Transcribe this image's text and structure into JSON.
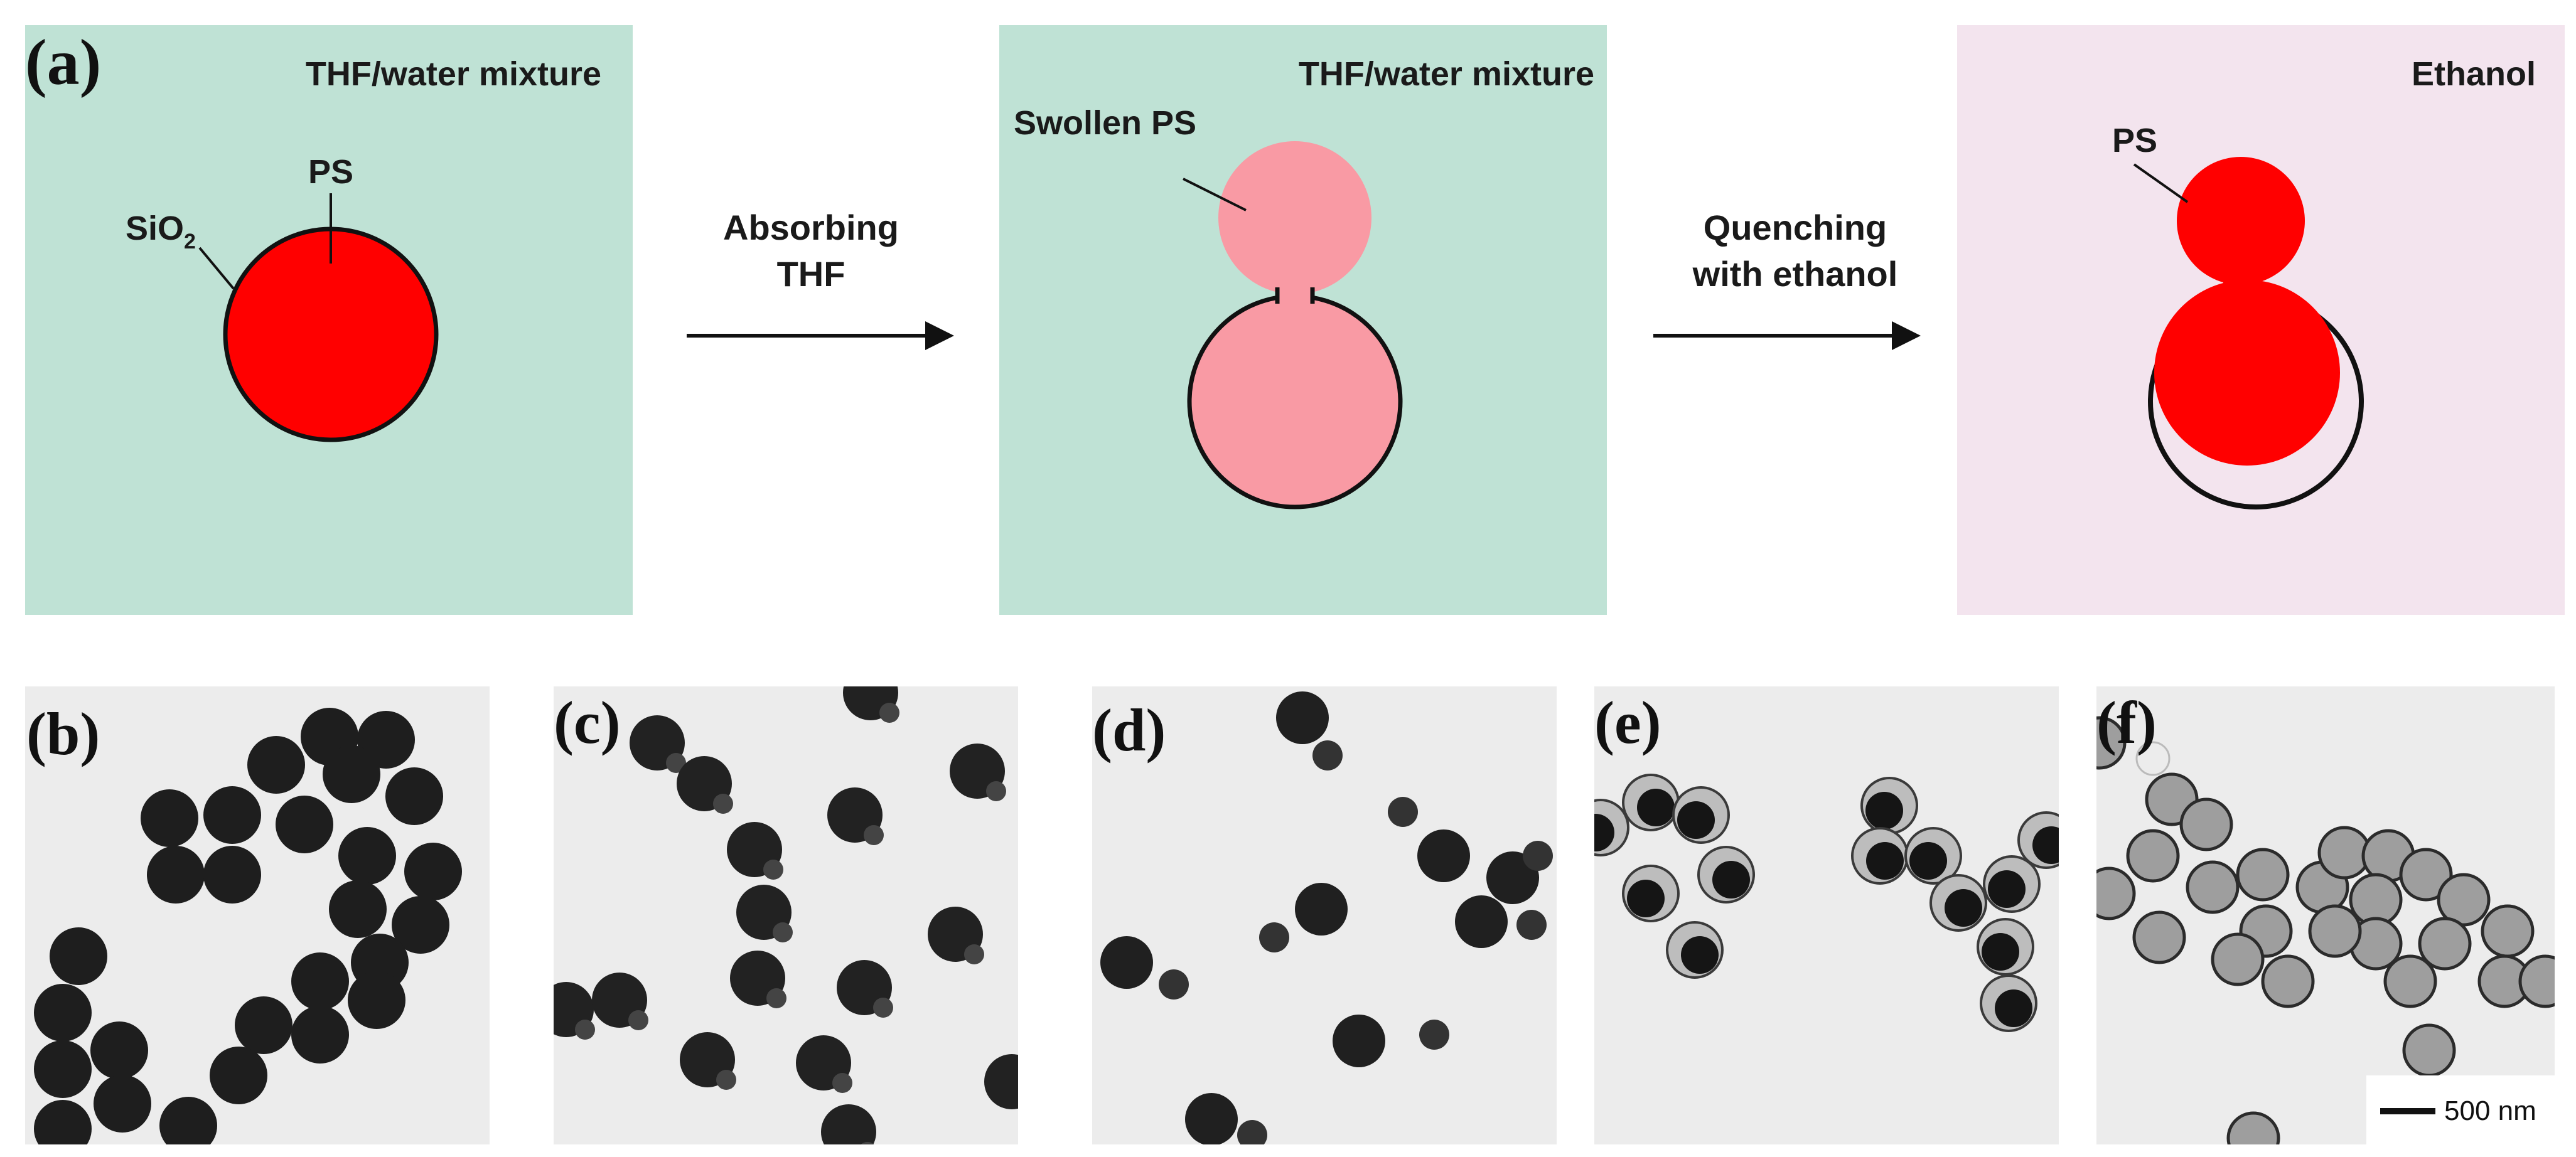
{
  "colors": {
    "medium_thf_water": "#bfe2d5",
    "medium_ethanol": "#f3e4ee",
    "ps_dense": "#ff0000",
    "ps_swollen": "#f99aa4",
    "outline": "#111111",
    "tem_background": "#ececec"
  },
  "panel_a": {
    "label": "(a)",
    "box1": {
      "medium": "THF/water mixture",
      "label_ps": "PS",
      "label_sio2_main": "SiO",
      "label_sio2_sub": "2"
    },
    "arrow1": {
      "line1": "Absorbing",
      "line2": "THF"
    },
    "box2": {
      "medium": "THF/water mixture",
      "label_swollen": "Swollen PS"
    },
    "arrow2": {
      "line1": "Quenching",
      "line2": "with ethanol"
    },
    "box3": {
      "medium": "Ethanol",
      "label_ps": "PS"
    }
  },
  "tem_panels": {
    "b": {
      "label": "(b)"
    },
    "c": {
      "label": "(c)"
    },
    "d": {
      "label": "(d)"
    },
    "e": {
      "label": "(e)"
    },
    "f": {
      "label": "(f)",
      "scale_bar": "500 nm"
    }
  }
}
